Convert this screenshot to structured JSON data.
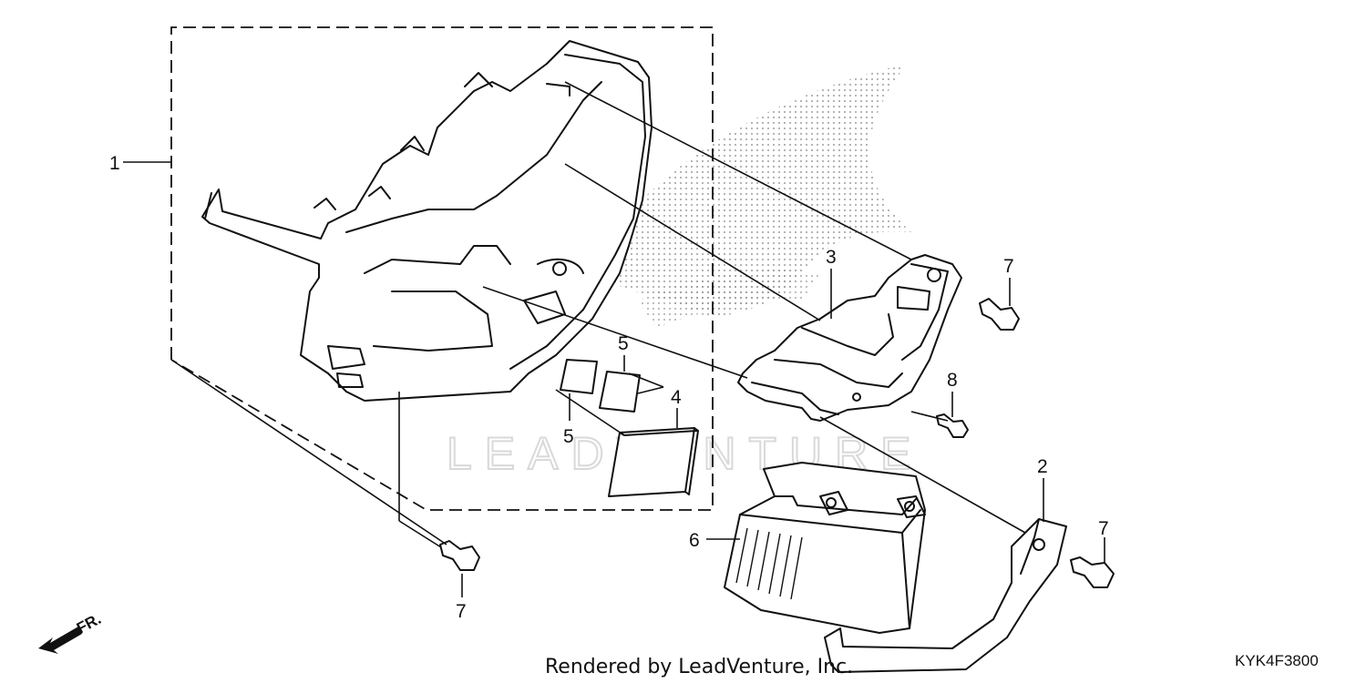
{
  "watermark": "LEADVENTURE",
  "callouts": {
    "c1": "1",
    "c2": "2",
    "c3": "3",
    "c4": "4",
    "c5a": "5",
    "c5b": "5",
    "c6": "6",
    "c7a": "7",
    "c7b": "7",
    "c7c": "7",
    "c8": "8"
  },
  "direction_label": "FR.",
  "footer_text": "Rendered by LeadVenture, Inc.",
  "diagram_code": "KYK4F3800"
}
